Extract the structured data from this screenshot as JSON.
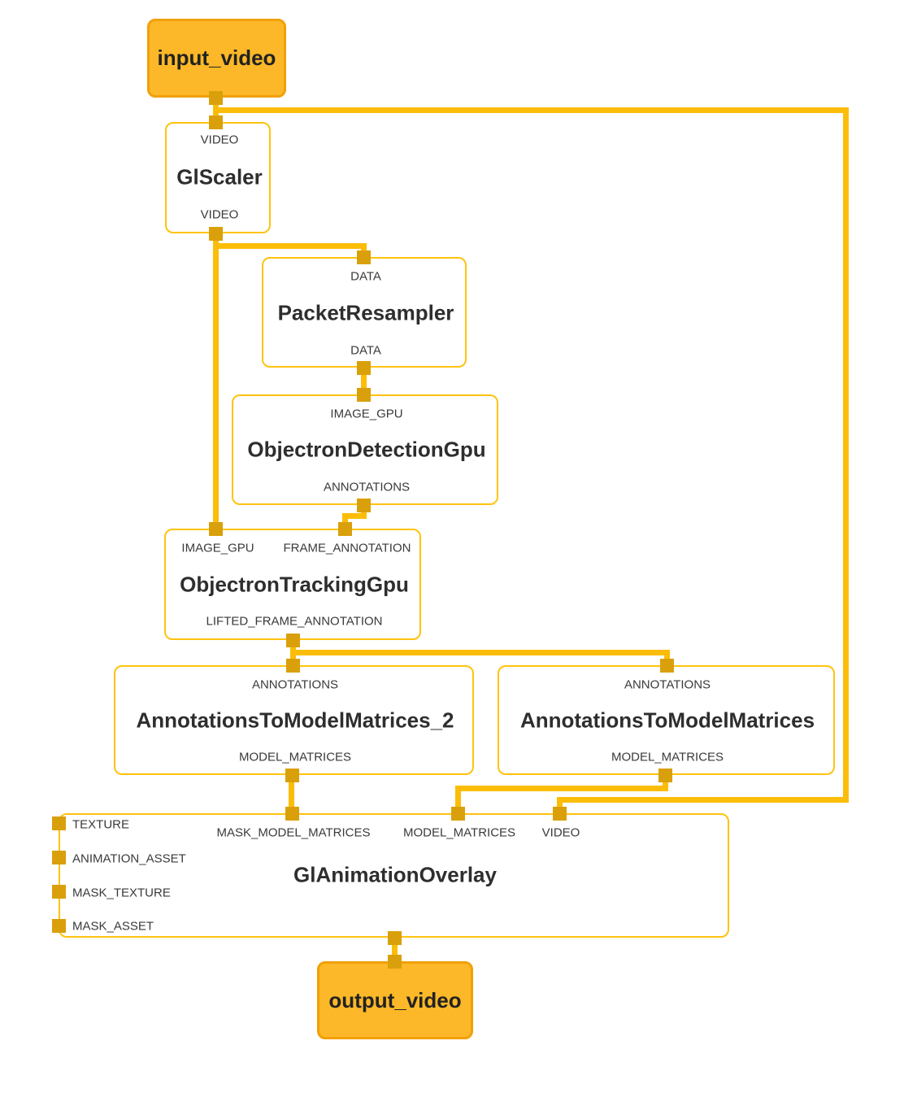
{
  "diagram": {
    "type": "mediapipe-calculator-graph",
    "colors": {
      "background": "#FFFFFF",
      "edge": "#FBBD08",
      "port": "#D9A00B",
      "node_border": "#FFC30F",
      "node_fill": "#FFFFFF",
      "io_fill": "#FCB828",
      "io_border": "#F2A007",
      "title_text": "#2E2E2E",
      "label_text": "#3A3A3A"
    },
    "io_nodes": {
      "input": {
        "label": "input_video"
      },
      "output": {
        "label": "output_video"
      }
    },
    "nodes": {
      "gl_scaler": {
        "title": "GlScaler",
        "inputs": [
          "VIDEO"
        ],
        "outputs": [
          "VIDEO"
        ]
      },
      "packet_resampler": {
        "title": "PacketResampler",
        "inputs": [
          "DATA"
        ],
        "outputs": [
          "DATA"
        ]
      },
      "objectron_detection_gpu": {
        "title": "ObjectronDetectionGpu",
        "inputs": [
          "IMAGE_GPU"
        ],
        "outputs": [
          "ANNOTATIONS"
        ]
      },
      "objectron_tracking_gpu": {
        "title": "ObjectronTrackingGpu",
        "inputs": [
          "IMAGE_GPU",
          "FRAME_ANNOTATION"
        ],
        "outputs": [
          "LIFTED_FRAME_ANNOTATION"
        ]
      },
      "annotations_to_model_matrices_2": {
        "title": "AnnotationsToModelMatrices_2",
        "inputs": [
          "ANNOTATIONS"
        ],
        "outputs": [
          "MODEL_MATRICES"
        ]
      },
      "annotations_to_model_matrices": {
        "title": "AnnotationsToModelMatrices",
        "inputs": [
          "ANNOTATIONS"
        ],
        "outputs": [
          "MODEL_MATRICES"
        ]
      },
      "gl_animation_overlay": {
        "title": "GlAnimationOverlay",
        "top_inputs": [
          "MASK_MODEL_MATRICES",
          "MODEL_MATRICES",
          "VIDEO"
        ],
        "side_inputs": [
          "TEXTURE",
          "ANIMATION_ASSET",
          "MASK_TEXTURE",
          "MASK_ASSET"
        ]
      }
    }
  }
}
